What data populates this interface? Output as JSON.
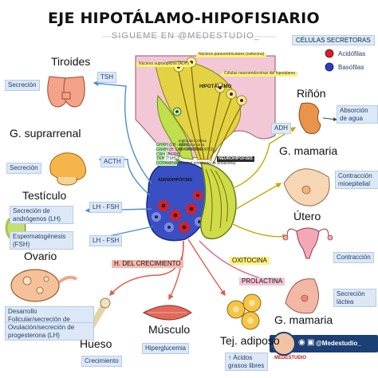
{
  "header": {
    "title": "EJE HIPOTÁLAMO-HIPOFISIARIO",
    "subtitle": "SIGUEME EN @MEDESTUDIO_"
  },
  "legend": {
    "heading": "CÉLULAS SECRETORAS",
    "items": [
      {
        "label": "Acidófilas",
        "color": "#d6202a"
      },
      {
        "label": "Basófilas",
        "color": "#2a3fbf"
      }
    ]
  },
  "center": {
    "hypothalamus_label": "HIPOTÁLAMO",
    "neurohypophysis_label": "NEUROHIPÓFISIS",
    "adenohypophysis_label": "ADENOHIPÓFISIS",
    "supraoptic_nuclei": "Núcleos supraópticos (ADH)",
    "paraventricular_nuclei": "Núcleos paraventriculares (oxitocina)",
    "neuroendocrine_cells": "Células neuroendocrinas del hipotálamo",
    "stimulate_cells": "Estimulan células secretoras de la adenohipófisis",
    "releasing_hormones": [
      {
        "code": "GHRH",
        "text": "(LH - FSH)"
      },
      {
        "code": "GNRH",
        "text": "(H. DEL CRECIMIENTO)"
      },
      {
        "code": "CRH",
        "text": "(ACTH)"
      },
      {
        "code": "TRH",
        "text": "(TSH)"
      },
      {
        "code": "DOPAMINA",
        "text": "(Control inhibitorio de prolactina)"
      }
    ]
  },
  "hormones": {
    "tsh": "TSH",
    "acth": "ACTH",
    "lh_fsh_1": "LH - FSH",
    "lh_fsh_2": "LH - FSH",
    "adh": "ADH",
    "growth": "H. DEL CRECIMIENTO",
    "oxytocin": "OXITOCINA",
    "prolactin": "PROLACTINA"
  },
  "left_targets": {
    "thyroid": {
      "name": "Tiroides",
      "effect": "Secreción"
    },
    "adrenal": {
      "name": "G. suprarrenal",
      "effect": "Secreción"
    },
    "testicle": {
      "name": "Testículo",
      "effect_1": "Secreción de andrógenos (LH)",
      "effect_2": "Espermatogénesis (FSH)"
    },
    "ovary": {
      "name": "Ovario",
      "effect_1": "Desarrollo Folicular/secreción de estrógeno (FSH)",
      "effect_2": "Ovulación/secreción de progesterona (LH)"
    }
  },
  "right_targets": {
    "kidney": {
      "name": "Riñón",
      "effect": "Absorción de agua"
    },
    "mammary_1": {
      "name": "G. mamaria",
      "effect": "Contracción mioepitelial"
    },
    "uterus": {
      "name": "Útero",
      "effect": "Contracción"
    },
    "mammary_2": {
      "name": "G. mamaria",
      "effect": "Secreción láctea"
    }
  },
  "bottom_targets": {
    "bone": {
      "name": "Hueso",
      "effect": "Crecimiento"
    },
    "muscle": {
      "name": "Músculo",
      "effect": "Hiperglucemia"
    },
    "fat": {
      "name": "Tej. adiposo",
      "effect": "↑ Ácidos grasos libres"
    }
  },
  "footer": {
    "handle": "@Medestudio_",
    "avatar_text": "MEDESTUDIO"
  }
}
